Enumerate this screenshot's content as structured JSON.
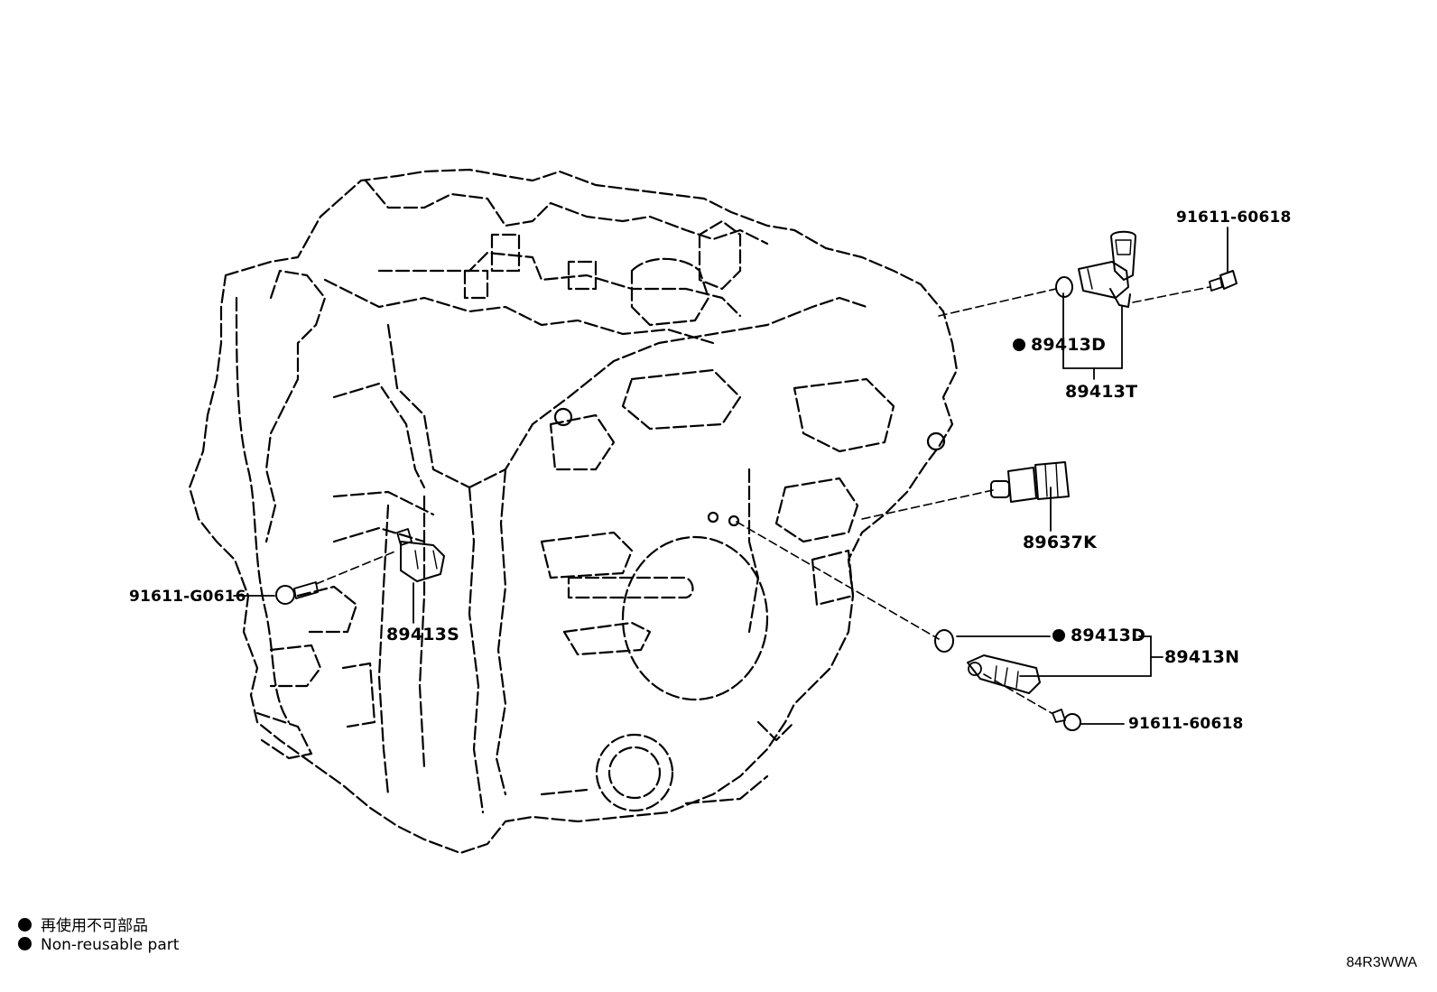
{
  "parts": {
    "bolt_top": "91611-60618",
    "oring_top": "89413D",
    "sensor_top": "89413T",
    "pressure_switch": "89637K",
    "oring_lower": "89413D",
    "sensor_lower": "89413N",
    "bolt_lower": "91611-60618",
    "bolt_left": "91611-G0616",
    "sensor_left": "89413S"
  },
  "legend": {
    "line_jp": "再使用不可部品",
    "line_en": "Non-reusable part"
  },
  "diagram_code": "84R3WWA",
  "colors": {
    "ink": "#000000",
    "background": "#ffffff"
  }
}
